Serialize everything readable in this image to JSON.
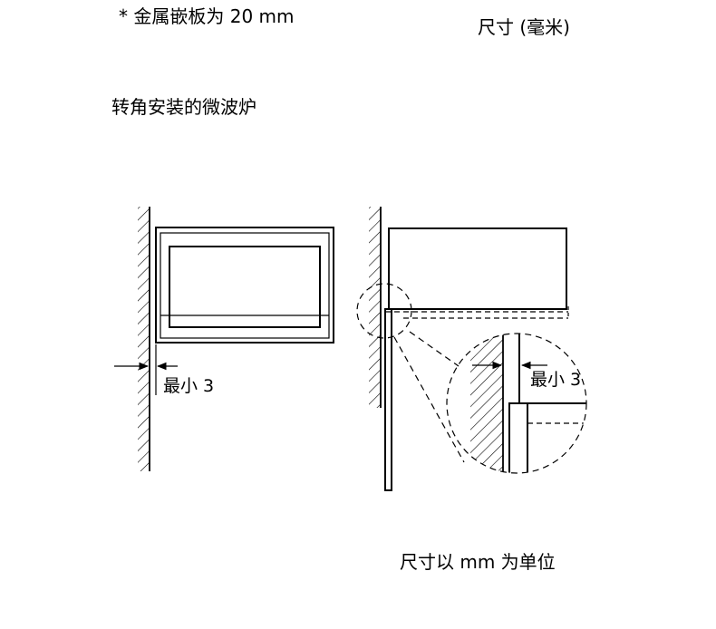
{
  "header": {
    "note": "* 金属嵌板为 20 mm",
    "dimension_unit_title": "尺寸 (毫米)"
  },
  "section_title": "转角安装的微波炉",
  "diagram": {
    "left_view_label": "最小 3",
    "zoom_view_label": "最小 3"
  },
  "footer": {
    "unit_note": "尺寸以 mm 为单位"
  }
}
